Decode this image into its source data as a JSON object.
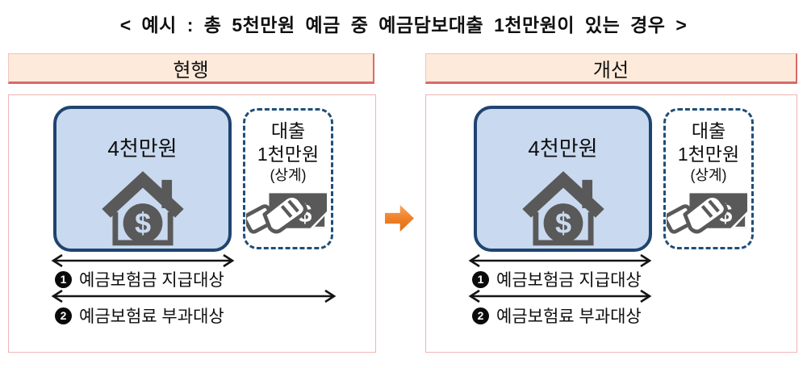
{
  "title": "< 예시 : 총 5천만원 예금 중 예금담보대출 1천만원이 있는 경우 >",
  "colors": {
    "header_bg": "#fdeada",
    "header_border_red": "#d96a6a",
    "panel_border_pink": "#f0b4b4",
    "deposit_box_fill": "#c9d9ef",
    "deposit_box_border": "#1f4470",
    "loan_box_dashed_border": "#1f4e79",
    "icon_gray": "#595959",
    "transition_arrow_orange": "#ef7f24",
    "measure_arrow_black": "#141414"
  },
  "icons": {
    "dollar": "$"
  },
  "panels": [
    {
      "header": "현행",
      "deposit_amount": "4천만원",
      "loan_title": "대출",
      "loan_amount": "1천만원",
      "loan_note": "(상계)",
      "arrows": [
        {
          "num": "1",
          "label": "예금보험금 지급대상"
        },
        {
          "num": "2",
          "label": "예금보험료 부과대상"
        }
      ]
    },
    {
      "header": "개선",
      "deposit_amount": "4천만원",
      "loan_title": "대출",
      "loan_amount": "1천만원",
      "loan_note": "(상계)",
      "arrows": [
        {
          "num": "1",
          "label": "예금보험금 지급대상"
        },
        {
          "num": "2",
          "label": "예금보험료 부과대상"
        }
      ]
    }
  ]
}
